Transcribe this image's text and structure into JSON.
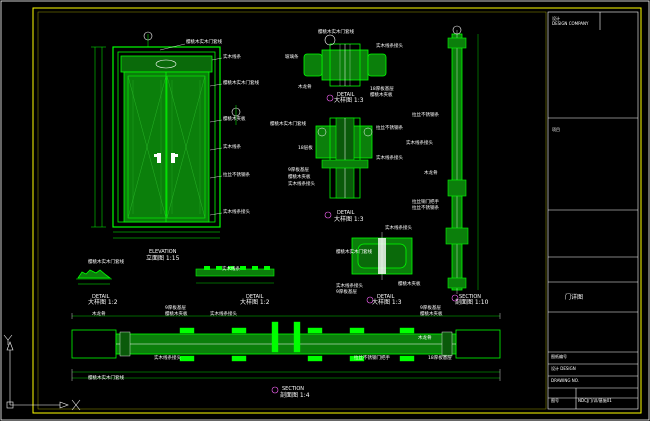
{
  "labels": {
    "elevation_title": "ELEVATION",
    "elevation_scale": "立面图 1:15",
    "section_title": "SECTION",
    "section_scale": "剖面图 1:4",
    "section_right_title": "SECTION",
    "section_right_scale": "剖面图 1:10",
    "detail": "DETAIL",
    "detail_scale_1_3": "大样图 1:3",
    "detail_scale_1_2": "大样图 1:2",
    "l1": "樱桃木实木门套线",
    "l2": "实木线条",
    "l3": "樱桃木实木门套线",
    "l4": "樱桃木夹板",
    "l5": "实木线条",
    "l6": "实木线条",
    "l7": "拉丝不锈钢条",
    "l8": "实木线条接头",
    "d1": "樱桃木实木门套线",
    "d2": "玻璃条",
    "d3": "实木线条接头",
    "d4": "木龙骨",
    "d5": "18厚板基层",
    "d6": "樱桃木夹板",
    "d7": "樱桃木实木门套线",
    "d8": "18层板",
    "d9": "实木线条接头",
    "d10": "拉丝不锈钢条",
    "d11": "9厚板基层",
    "d12": "樱桃木夹板",
    "d13": "实木线条接头",
    "r1": "拉丝不锈钢条",
    "r2": "实木线条接头",
    "r3": "木龙骨",
    "r4": "拉丝铜门把手",
    "r5": "樱桃木夹板",
    "r6": "木龙骨",
    "r7": "樱桃木实木门套线",
    "r8": "拉丝不锈钢条",
    "m1": "樱桃木实木门套线",
    "m2": "实木线条接头",
    "m3": "9厚板基层",
    "m4": "樱桃木夹板",
    "m5": "实木线条接头",
    "s1": "木龙骨",
    "s2": "9厚板基层",
    "s3": "樱桃木夹板",
    "s4": "实木线条接头",
    "s5": "樱桃木夹板",
    "s6": "9厚板基层",
    "s7": "樱桃木夹板",
    "s8": "木龙骨",
    "s9": "实木线条接头",
    "s10": "拉丝不锈钢门把手",
    "s11": "18厚板基层",
    "s12": "樱桃木实木门套线"
  },
  "title_block": {
    "top_code": "设计",
    "top_sub": "DESIGN COMPANY",
    "mid_code": "项目",
    "sheet_name": "门详图",
    "row1": "图纸编号",
    "row2": "设计 DESIGN",
    "row3": "DRAWING NO.",
    "bottom_label": "图号",
    "bottom_value": "NDCJ门/详/基施01"
  },
  "colors": {
    "background": "#000000",
    "line": "#00ff00",
    "accent": "#ffff00",
    "text": "#ffffff",
    "fill": "#0a7a0a"
  }
}
